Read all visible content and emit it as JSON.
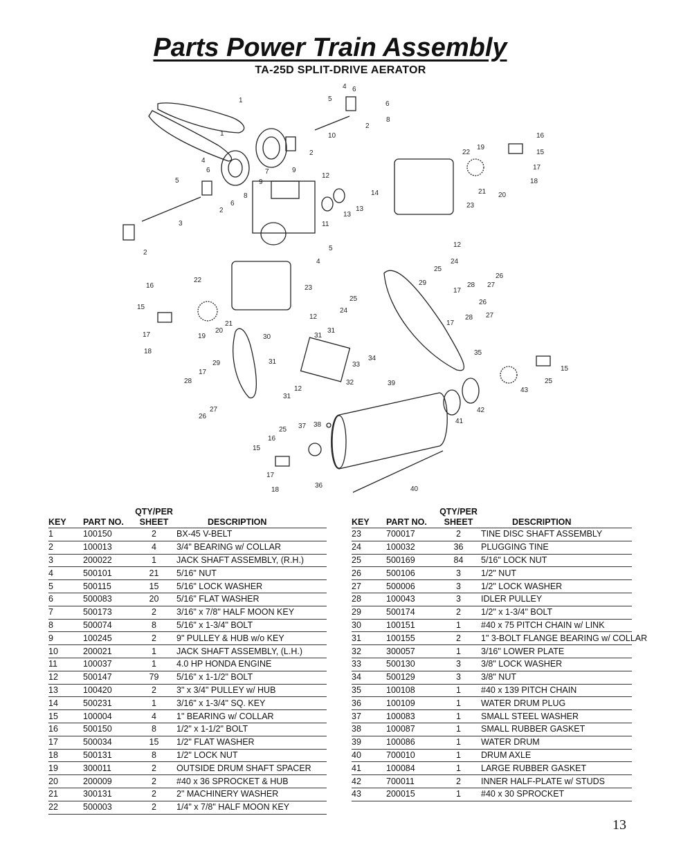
{
  "title": "Parts Power Train Assembly",
  "subtitle": "TA-25D SPLIT-DRIVE AERATOR",
  "page_number": "13",
  "table_headers": {
    "qty_top": "QTY/PER",
    "key": "KEY",
    "part_no": "PART NO.",
    "sheet": "SHEET",
    "description": "DESCRIPTION"
  },
  "parts_left": [
    {
      "key": "1",
      "part": "100150",
      "qty": "2",
      "desc": "BX-45 V-BELT"
    },
    {
      "key": "2",
      "part": "100013",
      "qty": "4",
      "desc": "3/4\" BEARING w/ COLLAR"
    },
    {
      "key": "3",
      "part": "200022",
      "qty": "1",
      "desc": "JACK SHAFT ASSEMBLY, (R.H.)"
    },
    {
      "key": "4",
      "part": "500101",
      "qty": "21",
      "desc": "5/16\" NUT"
    },
    {
      "key": "5",
      "part": "500115",
      "qty": "15",
      "desc": "5/16\" LOCK WASHER"
    },
    {
      "key": "6",
      "part": "500083",
      "qty": "20",
      "desc": "5/16\" FLAT WASHER"
    },
    {
      "key": "7",
      "part": "500173",
      "qty": "2",
      "desc": "3/16\" x 7/8\" HALF MOON KEY"
    },
    {
      "key": "8",
      "part": "500074",
      "qty": "8",
      "desc": "5/16\" x 1-3/4\" BOLT"
    },
    {
      "key": "9",
      "part": "100245",
      "qty": "2",
      "desc": "9\" PULLEY & HUB w/o KEY"
    },
    {
      "key": "10",
      "part": "200021",
      "qty": "1",
      "desc": "JACK SHAFT ASSEMBLY, (L.H.)"
    },
    {
      "key": "11",
      "part": "100037",
      "qty": "1",
      "desc": "4.0 HP HONDA ENGINE"
    },
    {
      "key": "12",
      "part": "500147",
      "qty": "79",
      "desc": "5/16\" x 1-1/2\" BOLT"
    },
    {
      "key": "13",
      "part": "100420",
      "qty": "2",
      "desc": "3\" x 3/4\" PULLEY w/ HUB"
    },
    {
      "key": "14",
      "part": "500231",
      "qty": "1",
      "desc": "3/16\" x 1-3/4\" SQ. KEY"
    },
    {
      "key": "15",
      "part": "100004",
      "qty": "4",
      "desc": "1\" BEARING w/ COLLAR"
    },
    {
      "key": "16",
      "part": "500150",
      "qty": "8",
      "desc": "1/2\" x 1-1/2\" BOLT"
    },
    {
      "key": "17",
      "part": "500034",
      "qty": "15",
      "desc": "1/2\" FLAT WASHER"
    },
    {
      "key": "18",
      "part": "500131",
      "qty": "8",
      "desc": "1/2\" LOCK NUT"
    },
    {
      "key": "19",
      "part": "300011",
      "qty": "2",
      "desc": "OUTSIDE DRUM SHAFT SPACER"
    },
    {
      "key": "20",
      "part": "200009",
      "qty": "2",
      "desc": "#40 x 36 SPROCKET & HUB"
    },
    {
      "key": "21",
      "part": "300131",
      "qty": "2",
      "desc": "2\" MACHINERY WASHER"
    },
    {
      "key": "22",
      "part": "500003",
      "qty": "2",
      "desc": "1/4\" x 7/8\" HALF MOON KEY"
    }
  ],
  "parts_right": [
    {
      "key": "23",
      "part": "700017",
      "qty": "2",
      "desc": "TINE DISC SHAFT ASSEMBLY"
    },
    {
      "key": "24",
      "part": "100032",
      "qty": "36",
      "desc": "PLUGGING TINE"
    },
    {
      "key": "25",
      "part": "500169",
      "qty": "84",
      "desc": "5/16\" LOCK NUT"
    },
    {
      "key": "26",
      "part": "500106",
      "qty": "3",
      "desc": "1/2\" NUT"
    },
    {
      "key": "27",
      "part": "500006",
      "qty": "3",
      "desc": "1/2\" LOCK WASHER"
    },
    {
      "key": "28",
      "part": "100043",
      "qty": "3",
      "desc": "IDLER PULLEY"
    },
    {
      "key": "29",
      "part": "500174",
      "qty": "2",
      "desc": "1/2\" x 1-3/4\" BOLT"
    },
    {
      "key": "30",
      "part": "100151",
      "qty": "1",
      "desc": "#40 x 75 PITCH CHAIN w/ LINK"
    },
    {
      "key": "31",
      "part": "100155",
      "qty": "2",
      "desc": "1\" 3-BOLT FLANGE BEARING w/ COLLAR"
    },
    {
      "key": "32",
      "part": "300057",
      "qty": "1",
      "desc": "3/16\" LOWER PLATE"
    },
    {
      "key": "33",
      "part": "500130",
      "qty": "3",
      "desc": "3/8\" LOCK WASHER"
    },
    {
      "key": "34",
      "part": "500129",
      "qty": "3",
      "desc": "3/8\" NUT"
    },
    {
      "key": "35",
      "part": "100108",
      "qty": "1",
      "desc": "#40 x 139 PITCH CHAIN"
    },
    {
      "key": "36",
      "part": "100109",
      "qty": "1",
      "desc": "WATER DRUM PLUG"
    },
    {
      "key": "37",
      "part": "100083",
      "qty": "1",
      "desc": "SMALL STEEL WASHER"
    },
    {
      "key": "38",
      "part": "100087",
      "qty": "1",
      "desc": "SMALL RUBBER GASKET"
    },
    {
      "key": "39",
      "part": "100086",
      "qty": "1",
      "desc": "WATER DRUM"
    },
    {
      "key": "40",
      "part": "700010",
      "qty": "1",
      "desc": "DRUM AXLE"
    },
    {
      "key": "41",
      "part": "100084",
      "qty": "1",
      "desc": "LARGE RUBBER GASKET"
    },
    {
      "key": "42",
      "part": "700011",
      "qty": "2",
      "desc": "INNER HALF-PLATE w/ STUDS"
    },
    {
      "key": "43",
      "part": "200015",
      "qty": "1",
      "desc": "#40 x 30 SPROCKET"
    }
  ],
  "callouts": [
    "1",
    "1",
    "2",
    "2",
    "2",
    "2",
    "3",
    "4",
    "4",
    "4",
    "5",
    "5",
    "5",
    "6",
    "6",
    "6",
    "6",
    "7",
    "8",
    "8",
    "9",
    "9",
    "10",
    "11",
    "12",
    "12",
    "12",
    "12",
    "13",
    "13",
    "14",
    "15",
    "15",
    "15",
    "15",
    "16",
    "16",
    "16",
    "17",
    "17",
    "17",
    "17",
    "18",
    "18",
    "18",
    "19",
    "19",
    "20",
    "20",
    "21",
    "21",
    "22",
    "22",
    "23",
    "23",
    "24",
    "24",
    "25",
    "25",
    "25",
    "25",
    "26",
    "26",
    "26",
    "27",
    "27",
    "27",
    "28",
    "28",
    "28",
    "29",
    "29",
    "30",
    "31",
    "31",
    "31",
    "31",
    "32",
    "33",
    "34",
    "35",
    "36",
    "37",
    "38",
    "39",
    "40",
    "41",
    "42",
    "43"
  ]
}
